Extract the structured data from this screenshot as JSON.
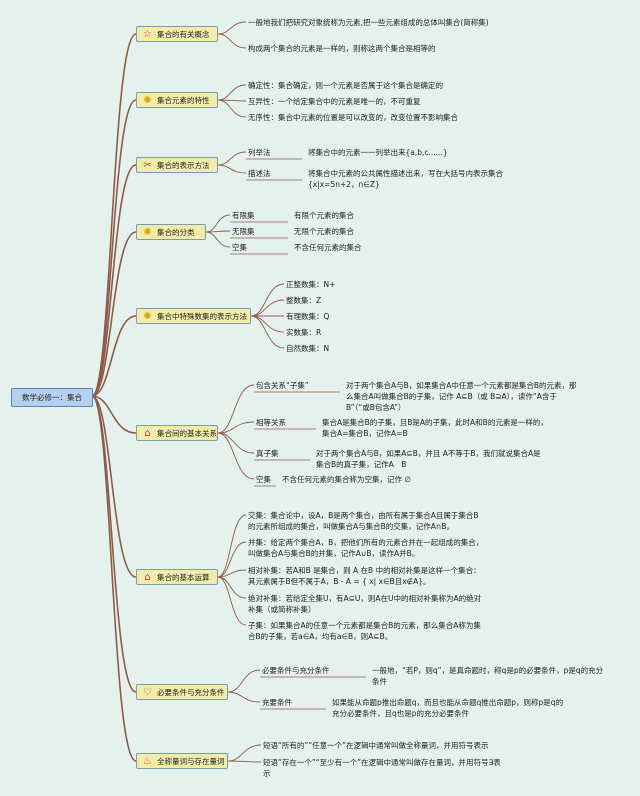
{
  "root": "数学必修一：集合",
  "colors": {
    "background": "#e4f1ec",
    "topic_fill": "#f2eca9",
    "root_fill": "#b6d0f0",
    "line": "#8f5a4a"
  },
  "topics": [
    {
      "label": "集合的有关概念",
      "icon": "star-outline-icon",
      "items": [
        "一般地我们把研究对象统称为元素,把一些元素组成的总体叫集合(简称集)",
        "构成两个集合的元素是一样的，则称这两个集合是相等的"
      ]
    },
    {
      "label": "集合元素的特性",
      "icon": "sun-icon",
      "items": [
        "确定性：集合确定，则一个元素是否属于这个集合是确定的",
        "互异性：一个给定集合中的元素是唯一的，不可重复",
        "无序性：集合中元素的位置是可以改变的，改变位置不影响集合"
      ]
    },
    {
      "label": "集合的表示方法",
      "icon": "tools-icon",
      "pairs": [
        {
          "k": "列举法",
          "v": "将集合中的元素一一列举出来{a,b,c......}"
        },
        {
          "k": "描述法",
          "v": "将集合中元素的公共属性描述出来，写在大括号内表示集合{x|x=5n+2，n∈Z}"
        }
      ]
    },
    {
      "label": "集合的分类",
      "icon": "sun-icon",
      "pairs": [
        {
          "k": "有限集",
          "v": "有限个元素的集合"
        },
        {
          "k": "无限集",
          "v": "无限个元素的集合"
        },
        {
          "k": "空集",
          "v": "不含任何元素的集合"
        }
      ]
    },
    {
      "label": "集合中特殊数集的表示方法",
      "icon": "sun-icon",
      "items": [
        "正整数集：N+",
        "整数集：Z",
        "有理数集：Q",
        "实数集：R",
        "自然数集：N"
      ]
    },
    {
      "label": "集合间的基本关系",
      "icon": "home-icon",
      "pairs": [
        {
          "k": "包含关系“子集”",
          "v": "对于两个集合A与B，如果集合A中任意一个元素都是集合B的元素，那么集合A叫做集合B的子集，记作 A⊆B（或 B⊇A），读作“A含于B”（“或B包含A”）"
        },
        {
          "k": "相等关系",
          "v": "集合A是集合B的子集，且B是A的子集，此时A和B的元素是一样的，集合A=集合B，记作A=B"
        },
        {
          "k": "真子集",
          "v": "对于两个集合A与B，如果A⊆B，并且 A不等于B，我们就说集合A是集合B的真子集，记作A　B"
        },
        {
          "k": "空集",
          "v": "不含任何元素的集合称为空集，记作 ∅"
        }
      ]
    },
    {
      "label": "集合的基本运算",
      "icon": "home-icon",
      "items": [
        "交集：集合论中，设A，B是两个集合，由所有属于集合A且属于集合B的元素所组成的集合，叫做集合A与集合B的交集，记作A∩B。",
        "并集：给定两个集合A，B，把他们所有的元素合并在一起组成的集合，叫做集合A与集合B的并集，记作A∪B，读作A并B。",
        "相对补集：若A和B 是集合，则 A 在B 中的相对补集是这样一个集合：其元素属于B但不属于A，B - A = { x| x∈B且x∉A}。",
        "绝对补集：若给定全集U，有A⊆U，则A在U中的相对补集称为A的绝对补集（或简称补集）",
        "子集：如果集合A的任意一个元素都是集合B的元素，那么集合A称为集合B的子集，若a∈A，均有a∈B，则A⊆B。"
      ]
    },
    {
      "label": "必要条件与充分条件",
      "icon": "heart-icon",
      "pairs": [
        {
          "k": "必要条件与充分条件",
          "v": "一般地，“若P，则q”，是真命题时，称q是p的必要条件，p是q的充分条件"
        },
        {
          "k": "充要条件",
          "v": "如果能从命题p推出命题q，而且也能从命题q推出命题p，则称p是q的充分必要条件，且q也是p的充分必要条件"
        }
      ]
    },
    {
      "label": "全称量词与存在量词",
      "icon": "flame-icon",
      "items": [
        "短语“所有的”“任意一个”在逻辑中通常叫做全称量词，并用符号表示",
        "短语“存在一个”“至少有一个”在逻辑中通常叫做存在量词，并用符号∃表示"
      ]
    }
  ]
}
